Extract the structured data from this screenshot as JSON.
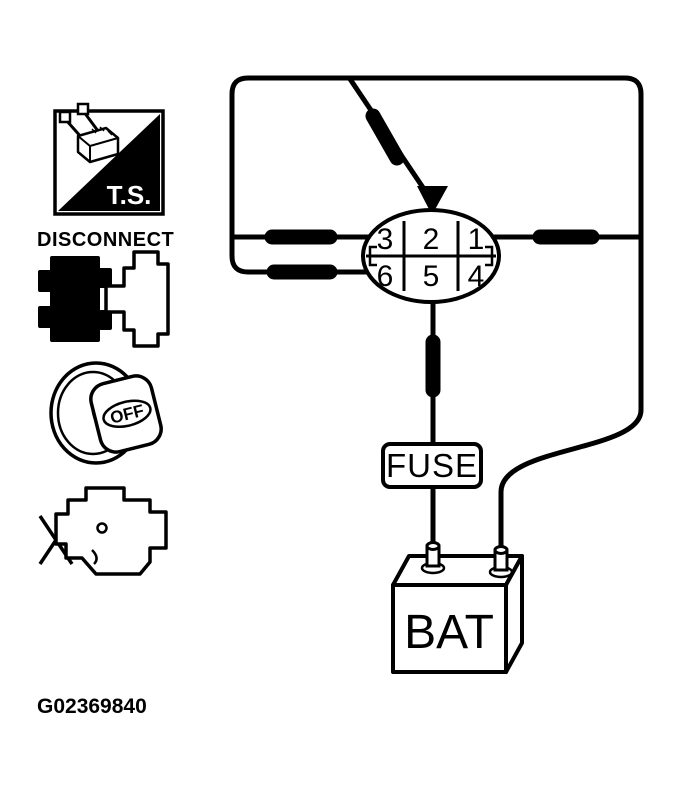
{
  "page": {
    "background": "#ffffff",
    "line_color": "#000000"
  },
  "figure_code": "G02369840",
  "legend": {
    "test_symbol": "T.S.",
    "disconnect": "DISCONNECT",
    "ignition_switch": "OFF"
  },
  "connector": {
    "pins": {
      "top": [
        "3",
        "2",
        "1"
      ],
      "bottom": [
        "6",
        "5",
        "4"
      ]
    }
  },
  "fuse_label": "FUSE",
  "battery_label": "BAT"
}
